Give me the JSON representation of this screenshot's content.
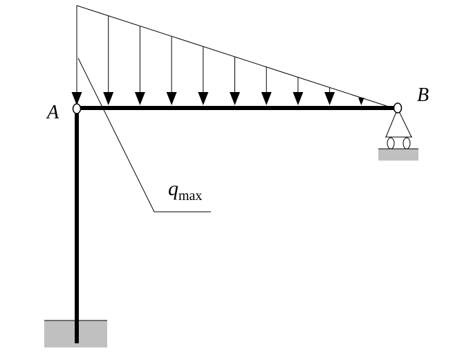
{
  "labels": {
    "point_a": "A",
    "point_b": "B",
    "load_symbol": "q",
    "load_subscript": "max"
  },
  "load": {
    "shape": "triangular",
    "max_at": "A",
    "zero_at": "B",
    "arrow_count": 10
  },
  "supports": {
    "A": "hinge",
    "B": "roller",
    "column_base": "fixed"
  },
  "colors": {
    "member": "#000000",
    "ground": "#c0c0c0",
    "line": "#000000",
    "background": "#ffffff"
  }
}
